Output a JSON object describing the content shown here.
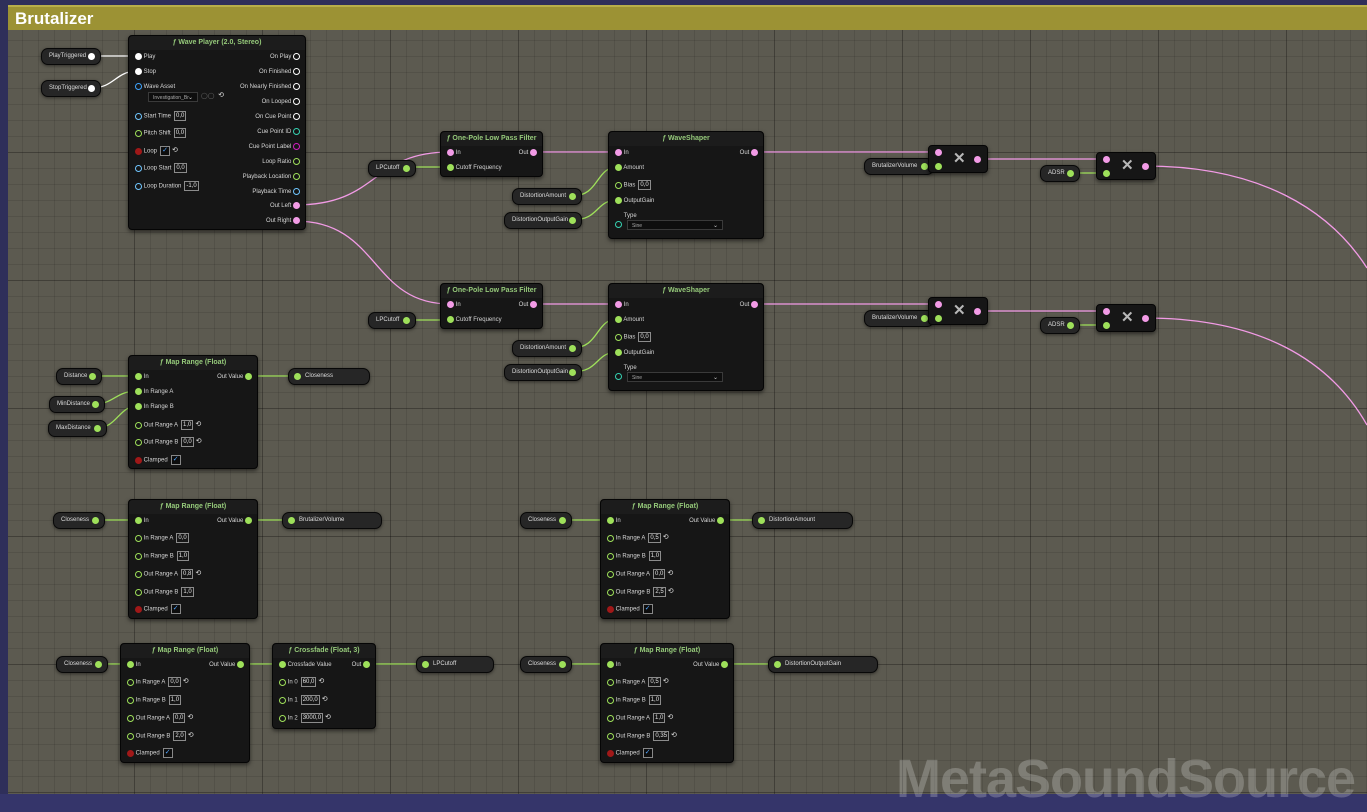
{
  "title": "Brutalizer",
  "watermark": "MetaSoundSource",
  "colors": {
    "audio": "#f29be6",
    "float": "#9ee05a",
    "trigger": "#ffffff",
    "bool": "#a01818",
    "int": "#36d2b2",
    "string": "#d21dc0",
    "time": "#70c6ff",
    "asset": "#3ea4ff"
  },
  "wave_player": {
    "title": "ƒ Wave Player (2.0, Stereo)",
    "inputs": [
      "Play",
      "Stop",
      "Wave Asset",
      "Start Time",
      "Pitch Shift",
      "Loop",
      "Loop Start",
      "Loop Duration"
    ],
    "asset_value": "Investigation_Br",
    "start_time": "0,0",
    "pitch_shift": "0,0",
    "loop_start": "0,0",
    "loop_duration": "-1,0",
    "outputs": [
      "On Play",
      "On Finished",
      "On Nearly Finished",
      "On Looped",
      "On Cue Point",
      "Cue Point ID",
      "Cue Point Label",
      "Loop Ratio",
      "Playback Location",
      "Playback Time",
      "Out Left",
      "Out Right"
    ]
  },
  "vars": {
    "play_triggered": "PlayTriggered",
    "stop_triggered": "StopTriggered",
    "lp_cutoff": "LPCutoff",
    "distortion_amount": "DistortionAmount",
    "distortion_output_gain": "DistortionOutputGain",
    "brutalizer_volume": "BrutalizerVolume",
    "adsr": "ADSR",
    "distance": "Distance",
    "min_distance": "MinDistance",
    "max_distance": "MaxDistance",
    "closeness": "Closeness"
  },
  "lpf": {
    "title": "ƒ One-Pole Low Pass Filter",
    "in": "In",
    "cutoff": "Cutoff Frequency",
    "out": "Out"
  },
  "waveshaper": {
    "title": "ƒ WaveShaper",
    "in": "In",
    "amount": "Amount",
    "bias": "Bias",
    "bias_value": "0,0",
    "output_gain": "OutputGain",
    "type": "Type",
    "type_value": "Sine",
    "out": "Out"
  },
  "map_range": {
    "title": "ƒ Map Range (Float)",
    "in": "In",
    "in_a": "In Range A",
    "in_b": "In Range B",
    "out_a": "Out Range A",
    "out_b": "Out Range B",
    "clamped": "Clamped",
    "out_value": "Out Value"
  },
  "map1": {
    "in_a": "",
    "in_b": "",
    "out_a": "1,0",
    "out_b": "0,0"
  },
  "map2": {
    "in_a": "0,0",
    "in_b": "1,0",
    "out_a": "0,8",
    "out_b": "1,0"
  },
  "map3": {
    "in_a": "0,5",
    "in_b": "1,0",
    "out_a": "0,0",
    "out_b": "2,5"
  },
  "map4": {
    "in_a": "0,0",
    "in_b": "1,0",
    "out_a": "0,0",
    "out_b": "2,0"
  },
  "map5": {
    "in_a": "0,5",
    "in_b": "1,0",
    "out_a": "1,0",
    "out_b": "0,35"
  },
  "crossfade": {
    "title": "ƒ Crossfade (Float, 3)",
    "cv": "Crossfade Value",
    "out": "Out",
    "in0": "In 0",
    "in1": "In 1",
    "in2": "In 2",
    "in0_value": "60,0",
    "in1_value": "200,0",
    "in2_value": "3000,0"
  }
}
